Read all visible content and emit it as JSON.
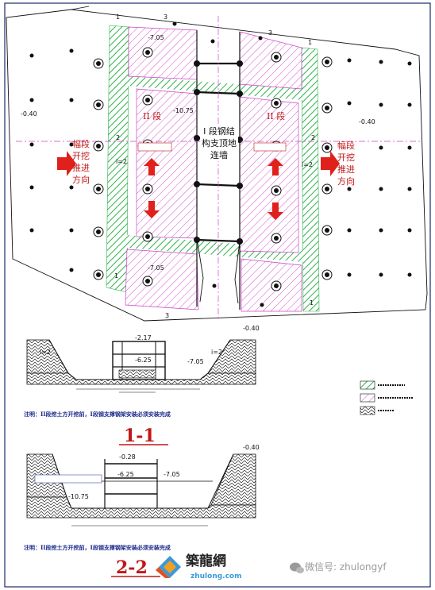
{
  "plan": {
    "section_markers": [
      "1",
      "1",
      "2",
      "2",
      "3",
      "3",
      "1",
      "1",
      "3"
    ],
    "zones": {
      "left_stage": "II 段",
      "right_stage": "II 段",
      "center_stage": "I 段钢结构支顶地连墙"
    },
    "elevations": {
      "top": "-7.05",
      "bottom": "-7.05",
      "left": "-0.40",
      "right": "-0.40",
      "center": "-10.75"
    },
    "directions": {
      "left": "幅段开挖推进方向",
      "right": "幅段开挖推进方向"
    },
    "slopes": {
      "left": "i=2",
      "right": "i=2"
    }
  },
  "section1": {
    "title": "1-1",
    "elevations": [
      "-2.17",
      "-6.25",
      "-7.05",
      "-0.40"
    ],
    "slopes": [
      "i=2",
      "i=2"
    ],
    "note": "注明：II段挖土方开挖前，I段钢支撑钢架安装必须安装完成"
  },
  "section2": {
    "title": "2-2",
    "elevations": [
      "-0.28",
      "-6.25",
      "-7.05",
      "-0.40",
      "-10.75"
    ],
    "note": "注明：II段挖土方开挖前，I段钢支撑钢架安装必须安装完成"
  },
  "watermark": {
    "brand_cn": "築龍網",
    "brand_url": "zhulong.com",
    "wechat": "微信号: zhulongyf"
  },
  "colors": {
    "green_hatch": "#2db34a",
    "magenta_hatch": "#d040c8",
    "border": "#1a2a6a",
    "red_arrow": "#e0201a",
    "stage_text": "#c01818",
    "dir_text": "#c01818",
    "elev_text": "#1a1a1a"
  }
}
